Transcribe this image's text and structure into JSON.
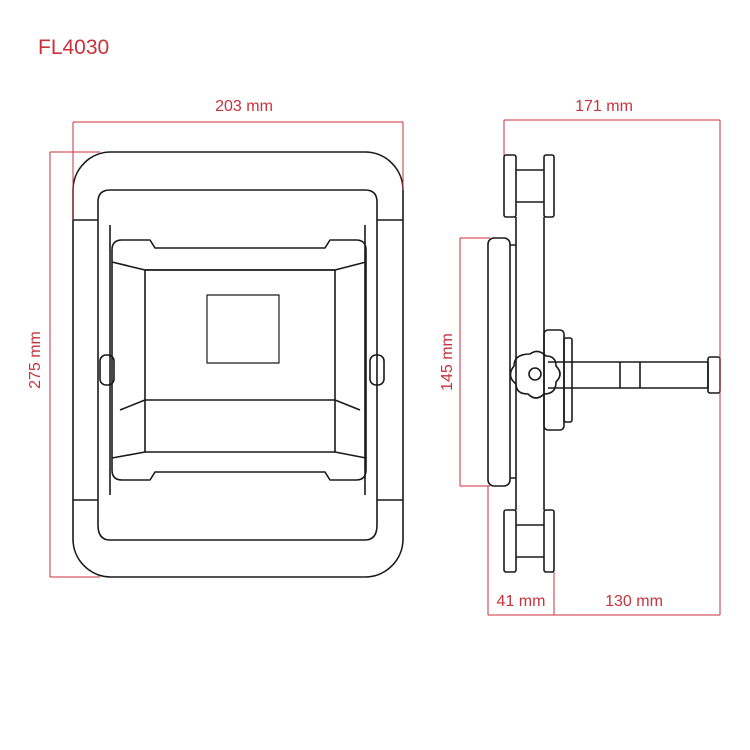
{
  "model": "FL4030",
  "front_view": {
    "width_label": "203 mm",
    "height_label": "275 mm"
  },
  "side_view": {
    "depth_label": "171 mm",
    "lamp_height_label": "145 mm",
    "housing_depth_label": "41 mm",
    "bracket_offset_label": "130 mm"
  },
  "colors": {
    "dimension": "#c8323c",
    "outline": "#1a1a1a"
  }
}
